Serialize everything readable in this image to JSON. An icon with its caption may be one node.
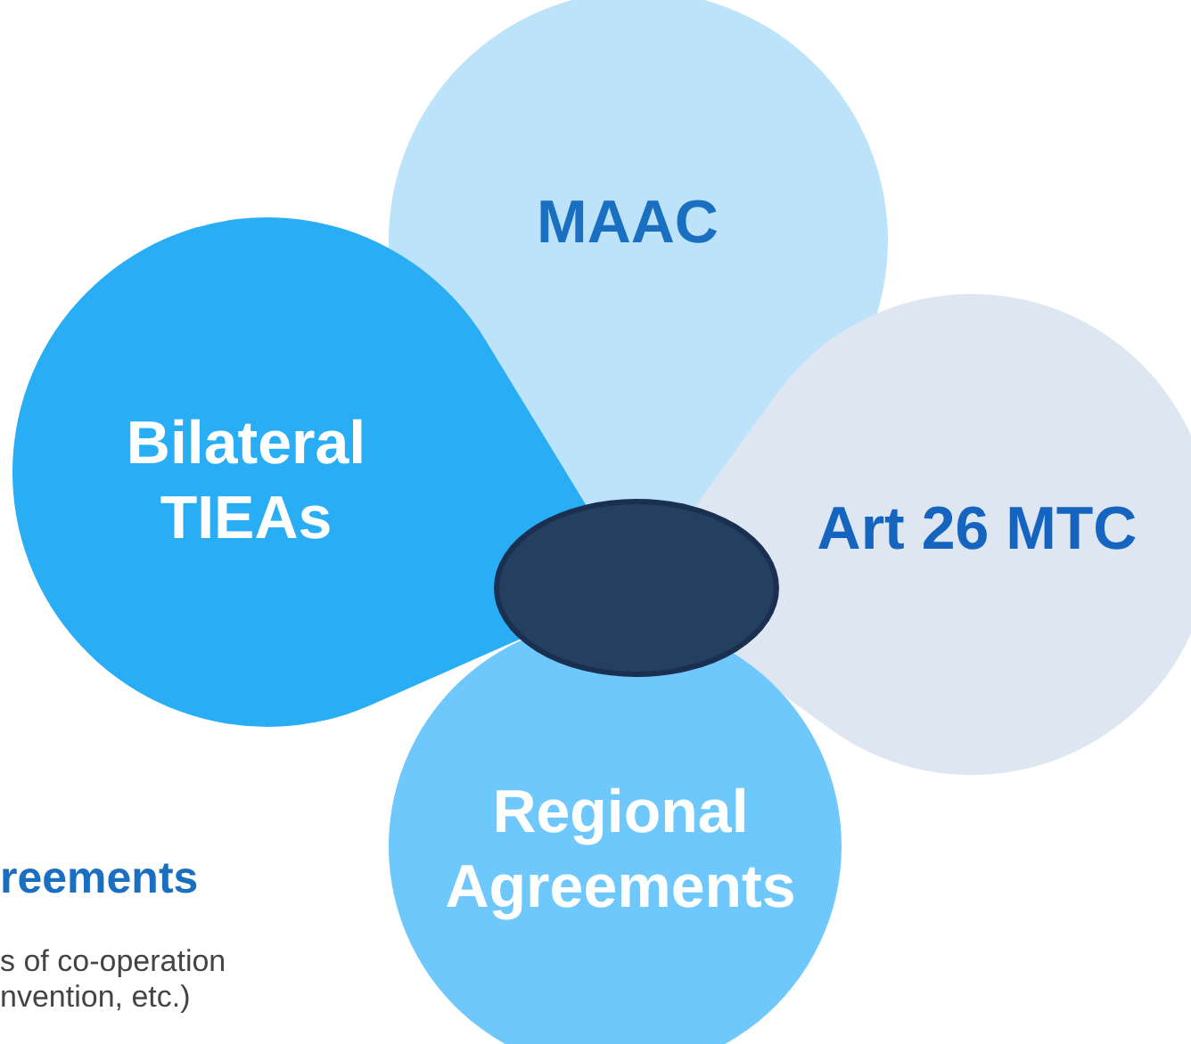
{
  "diagram": {
    "nodes": [
      {
        "text": [
          "MAAC"
        ]
      },
      {
        "text": [
          "Bilateral TIEAs"
        ]
      },
      {
        "text": [
          "Art 26 MTC"
        ]
      },
      {
        "text": [
          "Regional Agreements"
        ]
      },
      {
        "text": [],
        "shape": "circle"
      }
    ],
    "labels": [
      "reements",
      "s of co-operation nvention, etc.)"
    ]
  }
}
